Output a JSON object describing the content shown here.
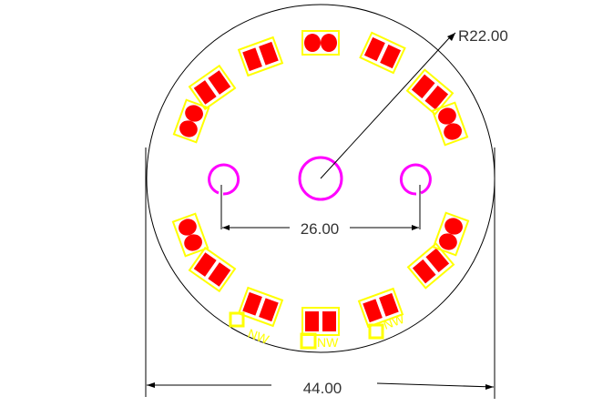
{
  "drawing": {
    "radius_label": "R22.00",
    "hole_spacing_label": "26.00",
    "width_label": "44.00",
    "pad_labels": [
      "NW",
      "NW",
      "NW"
    ],
    "colors": {
      "background": "#ffffff",
      "outline": "#000000",
      "pad": "#ff0000",
      "silkscreen": "#ffff00",
      "hole": "#ff00ff",
      "dimension_text": "#333333"
    }
  }
}
